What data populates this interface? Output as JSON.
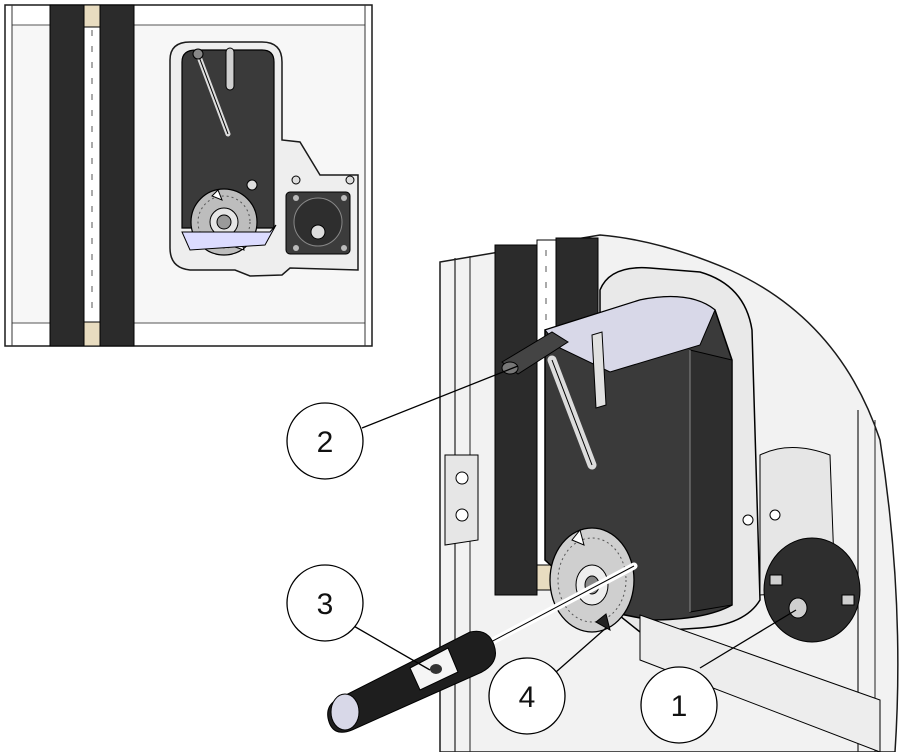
{
  "callouts": [
    {
      "id": "1",
      "label": "1"
    },
    {
      "id": "2",
      "label": "2"
    },
    {
      "id": "3",
      "label": "3"
    },
    {
      "id": "4",
      "label": "4"
    }
  ],
  "colors": {
    "actuator_body": "#3a3a3a",
    "actuator_light": "#dcdcdc",
    "frame_stroke": "#1a1a1a",
    "insulation": "#2b2b2b",
    "background": "#ffffff",
    "panel_fill": "#f2f2f2",
    "accent_tan": "#e8dcc0"
  }
}
